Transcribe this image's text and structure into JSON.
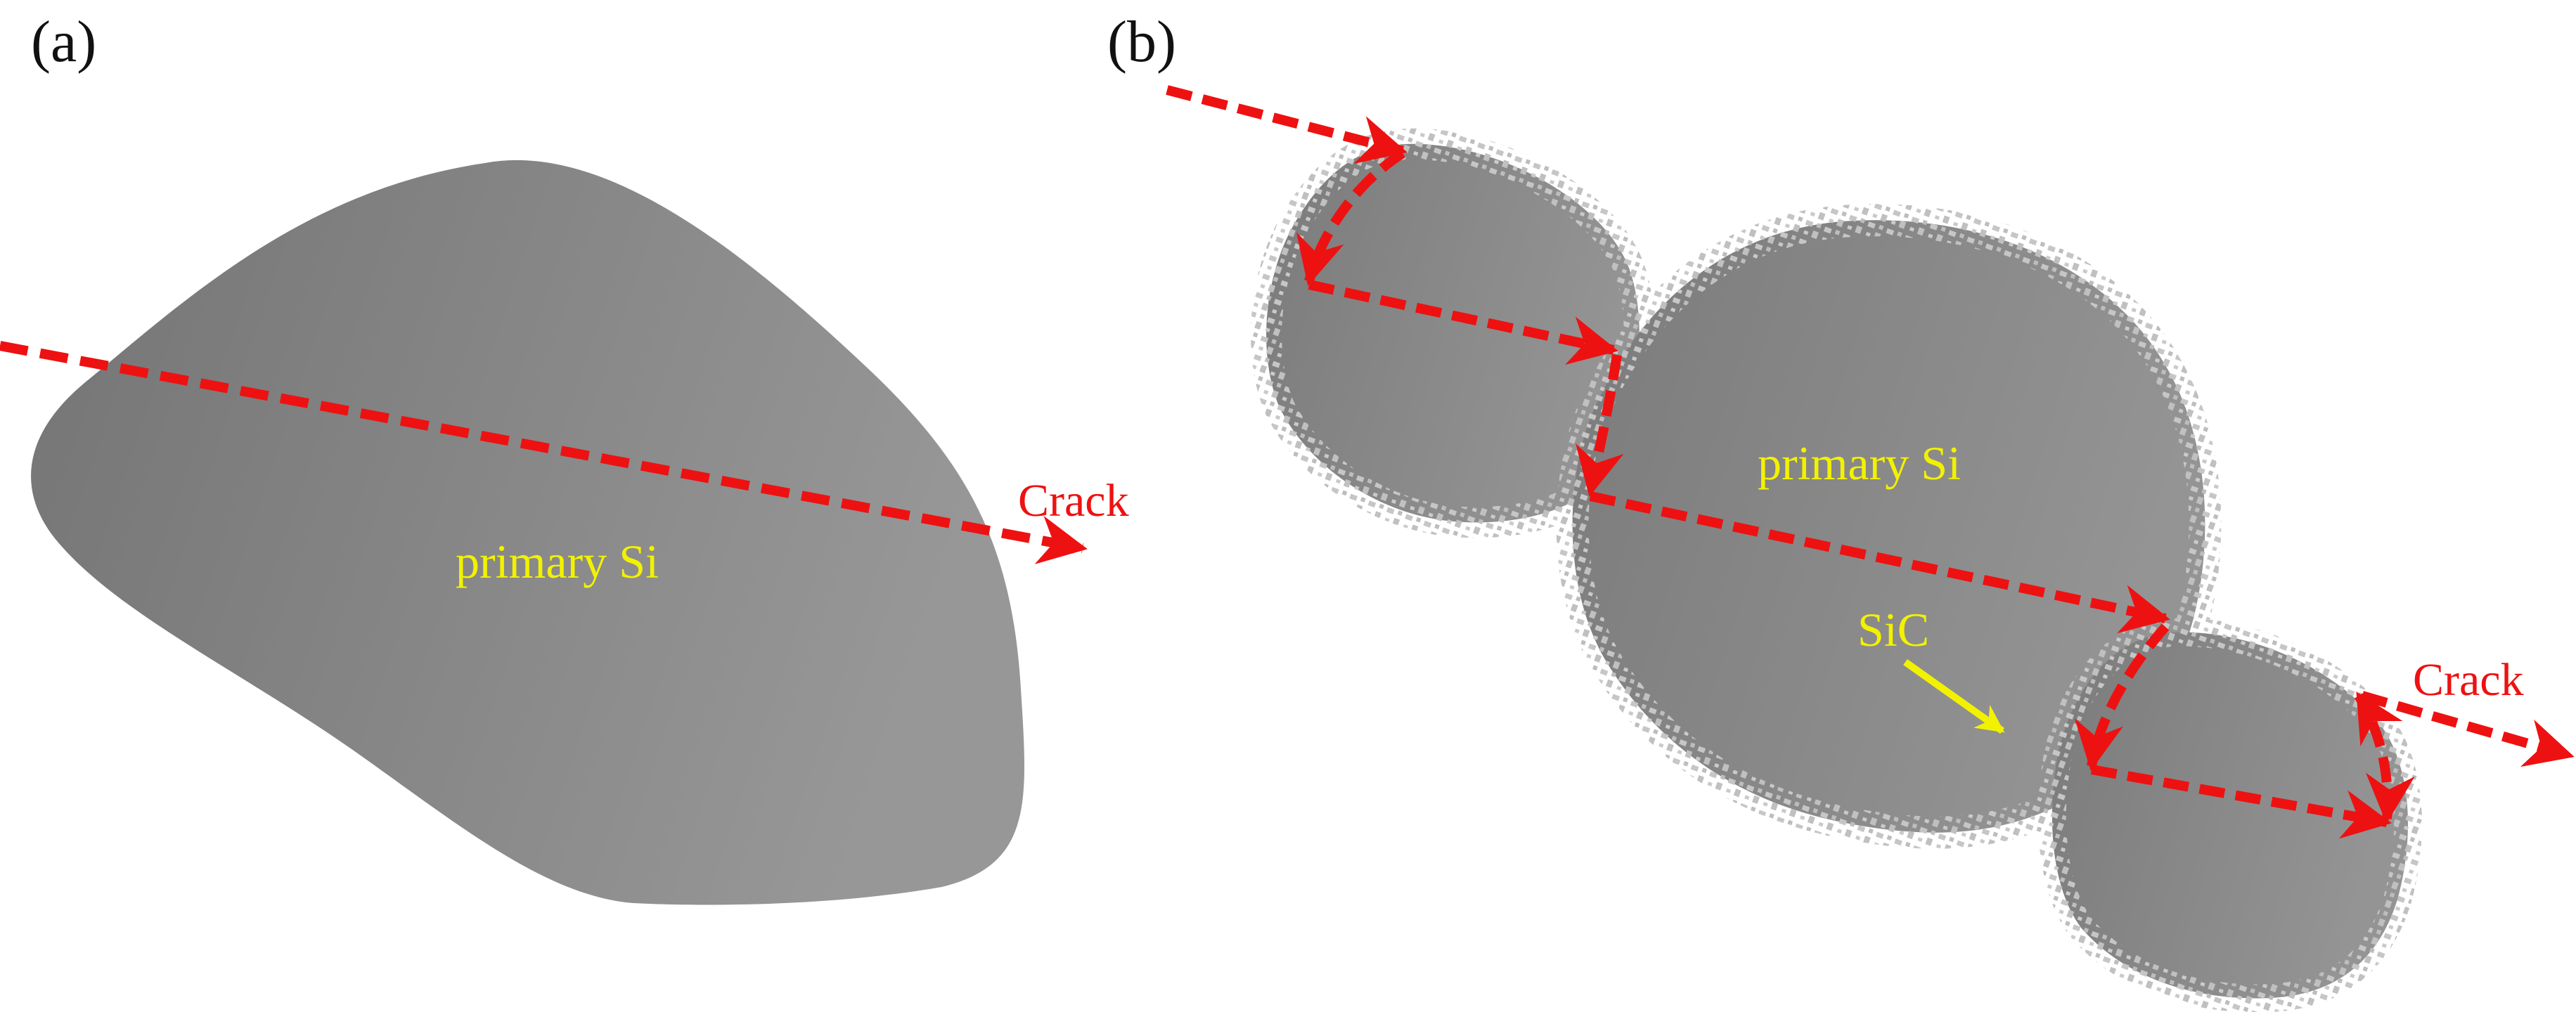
{
  "figure": {
    "panels": [
      {
        "id": "a",
        "label": "(a)",
        "grain_label": "primary Si",
        "crack_label": "Crack",
        "description": "Crack propagates straight through a single primary Si grain"
      },
      {
        "id": "b",
        "label": "(b)",
        "grain_label": "primary Si",
        "particle_label": "SiC",
        "crack_label": "Crack",
        "description": "Crack deflects along SiC-decorated grain boundaries of multiple primary Si grains"
      }
    ],
    "colors": {
      "grain_dark": "#7a7a7a",
      "grain_light": "#959595",
      "sic_particles": "#c4c4c4",
      "crack": "#ee1111",
      "label_text": "#f2f200",
      "panel_label": "#111111",
      "background": "#ffffff"
    }
  }
}
